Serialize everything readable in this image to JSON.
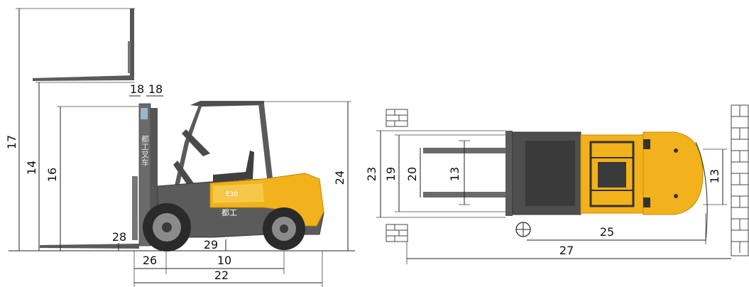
{
  "colors": {
    "body_yellow": "#F2B21B",
    "body_yellow_light": "#F6C84A",
    "frame_grey": "#5B5B5B",
    "dark_grey": "#3A3A3A",
    "tire_black": "#2A2A2A",
    "brick_line": "#444444"
  },
  "icons": [
    "forklift-side-view",
    "forklift-top-view",
    "brick-wall",
    "turning-center-symbol"
  ],
  "side_view": {
    "fork_thickness": "18",
    "fork_offset": "18",
    "max_lift_height": "17",
    "overall_mast_height": "14",
    "free_lift_height": "16",
    "overhead_guard_height": "24",
    "fork_rest_height": "28",
    "ground_clearance": "29",
    "front_overhang": "26",
    "wheelbase": "10",
    "overall_length": "22",
    "mast_brand": "都工叉车",
    "model_badge": "E30",
    "logo_text": "都工"
  },
  "top_view": {
    "overall_width": "23",
    "carriage_width": "19",
    "fork_spread_outer": "20",
    "fork_spread_inner": "13",
    "rear_width": "13",
    "turning_radius": "25",
    "right_angle_stacking_aisle": "27"
  }
}
